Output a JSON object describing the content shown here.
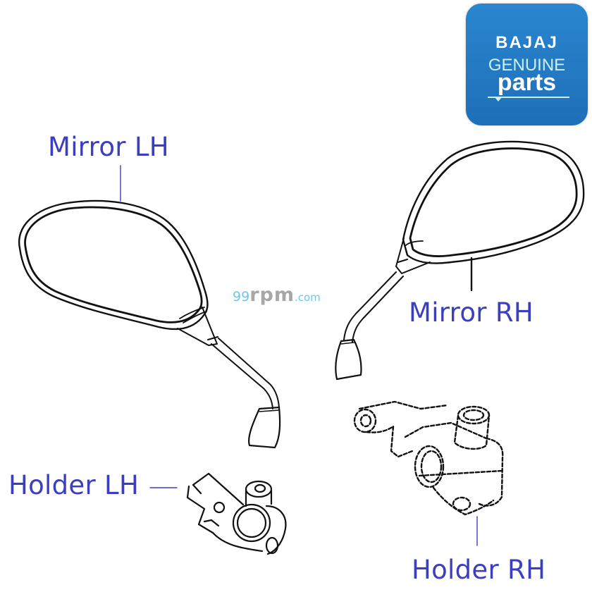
{
  "logo": {
    "brand": "BAJAJ",
    "line2": "GENUINE",
    "line3": "parts",
    "background_color": "#1f75bf",
    "accent_color": "#c9f1f6"
  },
  "watermark": {
    "prefix": "99",
    "main": "rpm",
    "suffix": ".com"
  },
  "labels": {
    "mirror_lh": "Mirror LH",
    "mirror_rh": "Mirror RH",
    "holder_lh": "Holder LH",
    "holder_rh": "Holder RH"
  },
  "colors": {
    "label_text": "#3b3fbf",
    "leader_line": "#3b3fbf",
    "drawing_stroke": "#111111"
  }
}
